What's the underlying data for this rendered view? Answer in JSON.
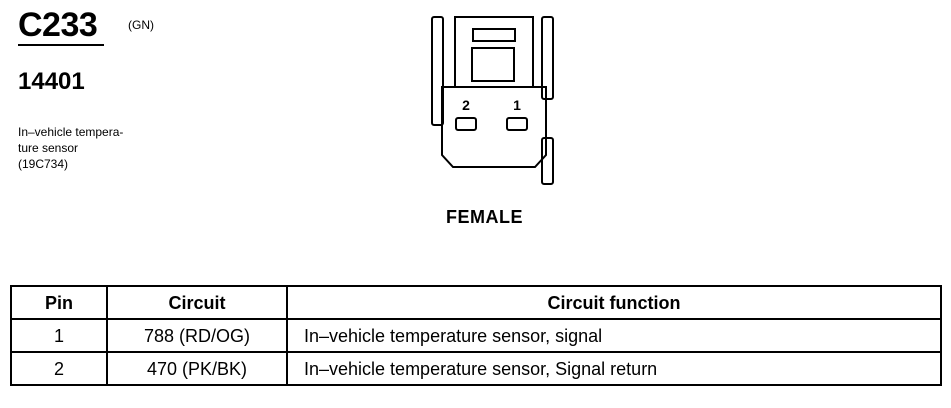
{
  "header": {
    "connector_id": "C233",
    "color_code": "(GN)",
    "part_number": "14401",
    "description_lines": [
      "In–vehicle tempera-",
      "ture sensor",
      "(19C734)"
    ]
  },
  "diagram": {
    "pin_labels": [
      "2",
      "1"
    ],
    "gender": "FEMALE"
  },
  "pin_table": {
    "columns": [
      "Pin",
      "Circuit",
      "Circuit function"
    ],
    "rows": [
      {
        "pin": "1",
        "circuit": "788 (RD/OG)",
        "function": "In–vehicle temperature sensor, signal"
      },
      {
        "pin": "2",
        "circuit": "470 (PK/BK)",
        "function": "In–vehicle temperature sensor, Signal return"
      }
    ]
  }
}
